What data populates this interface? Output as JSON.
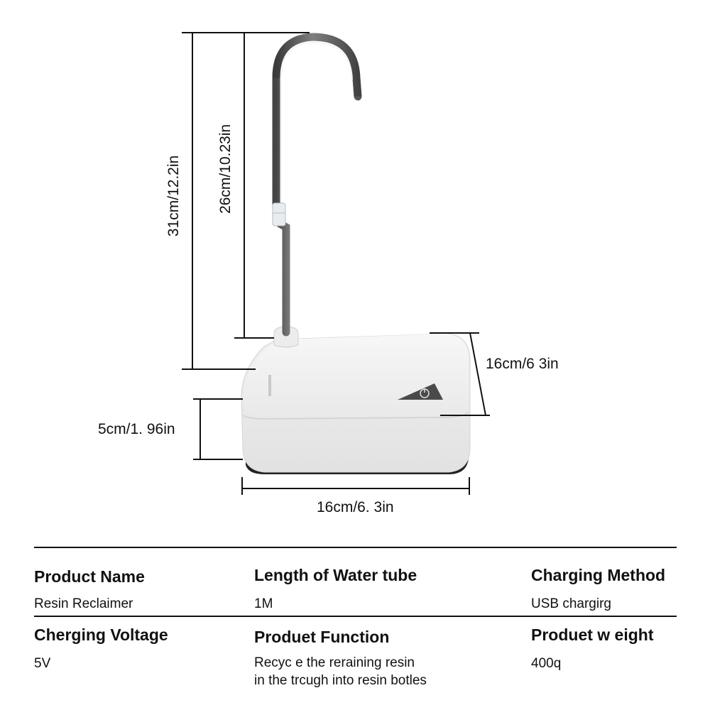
{
  "dimensions": {
    "total_height": "31cm/12.2in",
    "tube_height": "26cm/10.23in",
    "depth": "16cm/6 3in",
    "base_height": "5cm/1. 96in",
    "width": "16cm/6. 3in"
  },
  "specs": {
    "row1": [
      {
        "heading": "Product Name",
        "value_lines": [
          "Resin Reclaimer"
        ]
      },
      {
        "heading": "Length of Water tube",
        "value_lines": [
          "1M"
        ]
      },
      {
        "heading": "Charging Method",
        "value_lines": [
          "USB chargirg"
        ]
      }
    ],
    "row2": [
      {
        "heading": "Cherging Voltage",
        "value_lines": [
          "5V"
        ]
      },
      {
        "heading": "Produet Function",
        "value_lines": [
          "Recyc e the reraining resin",
          "in the trcugh into resin botles"
        ]
      },
      {
        "heading": "Produet w eight",
        "value_lines": [
          "400q"
        ]
      }
    ]
  },
  "colors": {
    "device_body": "#f2f2f2",
    "device_shadow": "#d8d8d8",
    "base_bottom": "#222222",
    "tube_metal": "#8a8a8a",
    "dimension_lines": "#111111"
  }
}
